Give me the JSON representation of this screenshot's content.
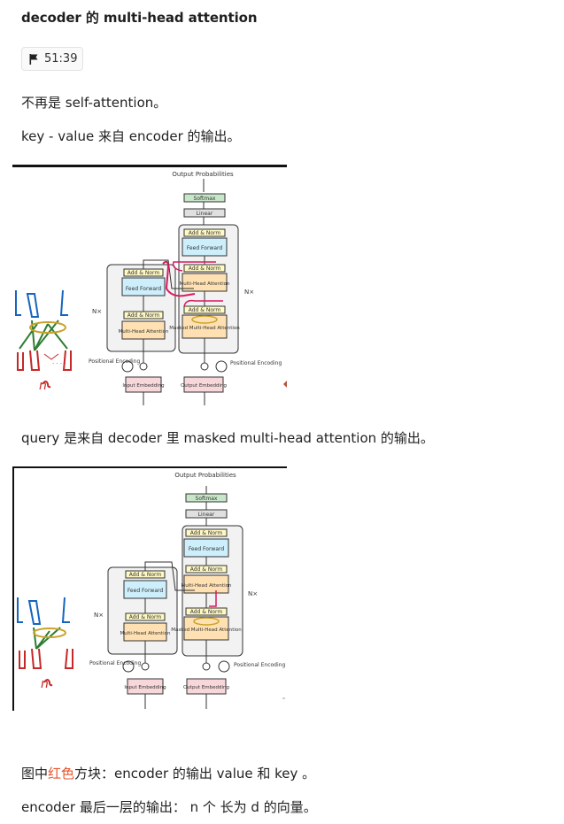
{
  "heading": "decoder 的 multi-head attention",
  "badge": {
    "icon": "flag-icon",
    "time": "51:39"
  },
  "paragraphs": {
    "p1": "不再是 self-attention。",
    "p2": "key - value 来自 encoder 的输出。",
    "p3": "query 是来自 decoder 里 masked multi-head attention 的输出。",
    "p4_pre": "图中",
    "p4_red": "红色",
    "p4_post": "方块：encoder 的输出  value 和 key 。",
    "p5": "encoder 最后一层的输出：  n 个 长为 d 的向量。"
  },
  "colors": {
    "highlight_red": "#e8542b",
    "annotation_red": "#d81b60"
  },
  "diagram": {
    "output_probabilities": "Output Probabilities",
    "softmax": "Softmax",
    "linear": "Linear",
    "add_norm": "Add & Norm",
    "feed_forward": "Feed Forward",
    "multi_head_attention": "Multi-Head Attention",
    "masked_multi_head_attention": "Masked Multi-Head Attention",
    "nx": "N×",
    "positional_encoding": "Positional Encoding",
    "input_embedding": "Input Embedding",
    "output_embedding": "Output Embedding",
    "handwritten_n": "n"
  }
}
